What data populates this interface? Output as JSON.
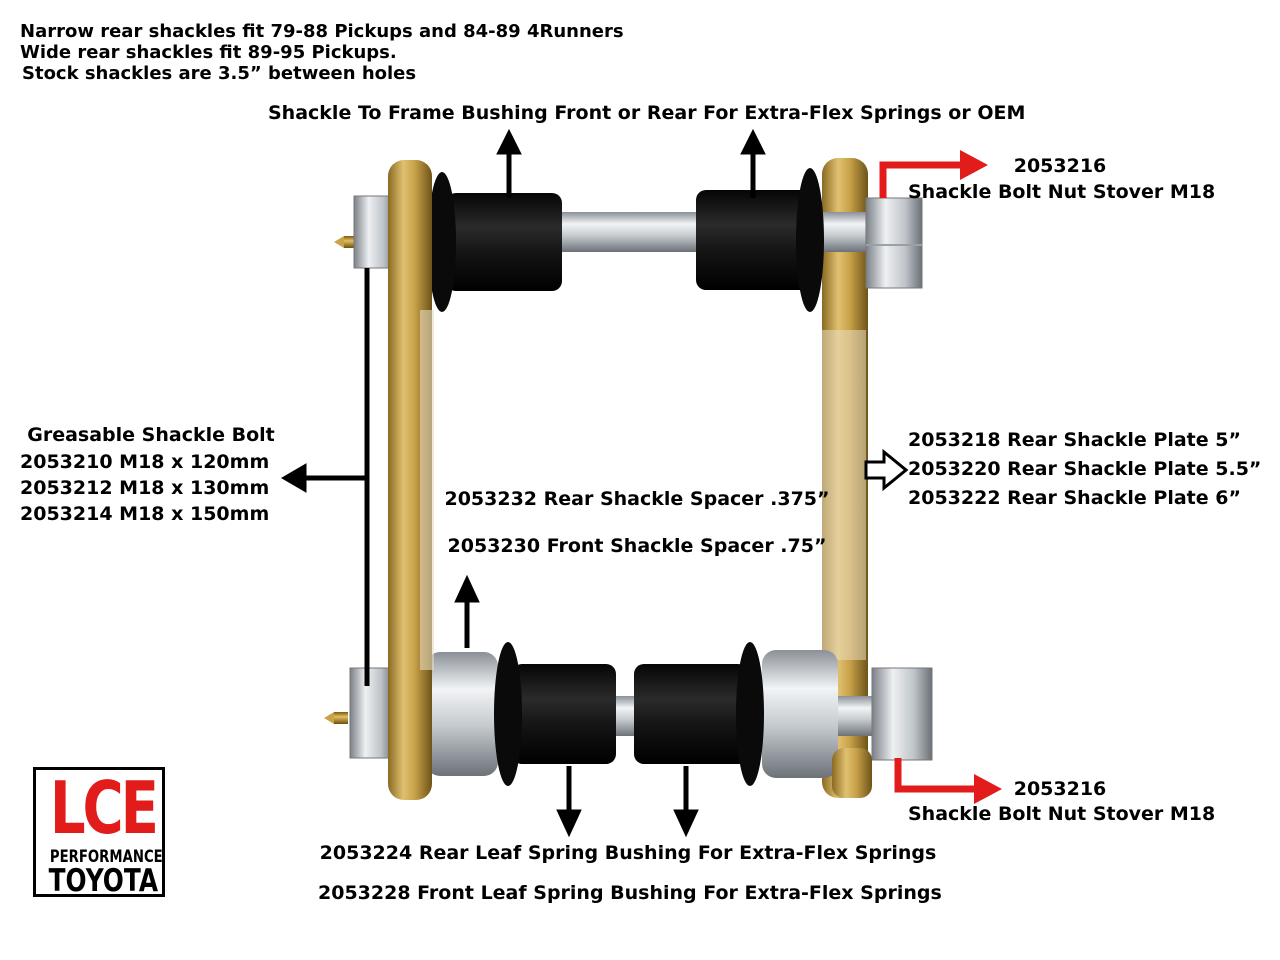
{
  "header": {
    "line1": "Narrow rear shackles fit 79-88 Pickups and 84-89 4Runners",
    "line2": "Wide rear shackles fit 89-95 Pickups.",
    "line3": "Stock shackles are 3.5” between holes"
  },
  "top_bushing_label": "Shackle To Frame Bushing Front or Rear For Extra-Flex Springs or OEM",
  "nut_top": {
    "part": "2053216",
    "desc": "Shackle Bolt Nut Stover M18"
  },
  "nut_bottom": {
    "part": "2053216",
    "desc": "Shackle Bolt Nut Stover M18"
  },
  "bolt": {
    "title": "Greasable Shackle Bolt",
    "items": [
      "2053210 M18 x 120mm",
      "2053212 M18 x 130mm",
      "2053214 M18 x 150mm"
    ]
  },
  "plates": [
    "2053218 Rear Shackle Plate 5”",
    "2053220 Rear Shackle Plate 5.5”",
    "2053222 Rear Shackle Plate 6”"
  ],
  "spacers": {
    "rear": "2053232 Rear Shackle Spacer .375”",
    "front": "2053230 Front Shackle Spacer .75”"
  },
  "leaf_bushings": {
    "rear": "2053224 Rear Leaf Spring Bushing For Extra-Flex Springs",
    "front": "2053228 Front Leaf Spring Bushing For Extra-Flex Springs"
  },
  "logo": {
    "brand": "LCE",
    "line2": "PERFORMANCE",
    "line3": "TOYOTA",
    "color": "#e21b1b"
  },
  "colors": {
    "arrow_red": "#e21b1b",
    "bushing": "#111111",
    "plate": "#c9a24a",
    "steel": "#cfd4d8"
  }
}
